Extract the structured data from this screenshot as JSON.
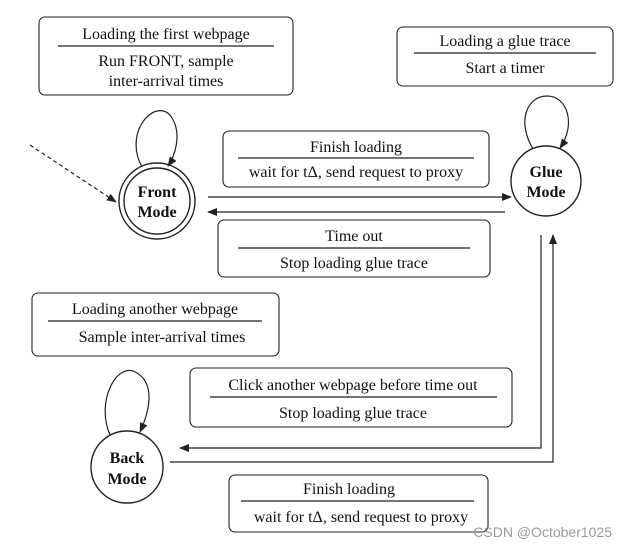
{
  "states": {
    "front": [
      "Front",
      "Mode"
    ],
    "glue": [
      "Glue",
      "Mode"
    ],
    "back": [
      "Back",
      "Mode"
    ]
  },
  "boxes": {
    "front_self": {
      "event": "Loading the first webpage",
      "action": [
        "Run FRONT, sample",
        "inter-arrival times"
      ]
    },
    "glue_self": {
      "event": "Loading a glue trace",
      "action": [
        "Start a timer"
      ]
    },
    "front_to_glue": {
      "event": "Finish loading",
      "action": [
        "wait for tΔ, send request to proxy"
      ]
    },
    "glue_to_front": {
      "event": "Time out",
      "action": [
        "Stop loading glue trace"
      ]
    },
    "back_self": {
      "event": "Loading another webpage",
      "action": [
        "Sample inter-arrival times"
      ]
    },
    "glue_to_back": {
      "event": "Click another webpage before time out",
      "action": [
        "Stop loading glue trace"
      ]
    },
    "back_to_glue": {
      "event": "Finish loading",
      "action": [
        "wait for tΔ, send request to proxy"
      ]
    }
  },
  "watermark": "CSDN @October1025"
}
